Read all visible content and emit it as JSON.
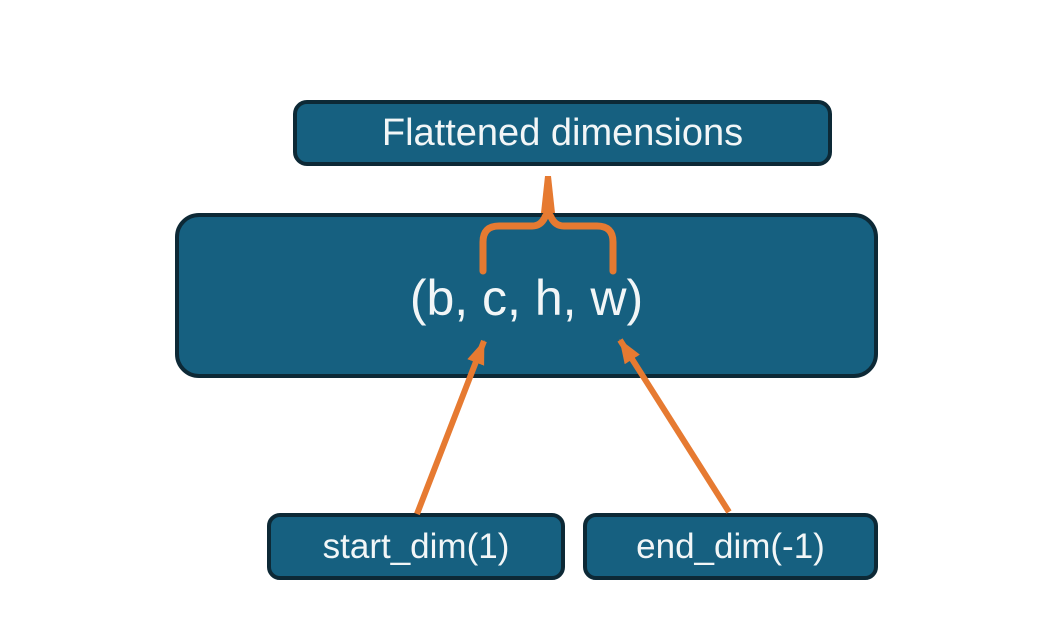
{
  "diagram": {
    "boxes": {
      "flattened": {
        "label": "Flattened dimensions"
      },
      "tensor": {
        "label": "(b, c, h, w)"
      },
      "start_dim": {
        "label": "start_dim(1)"
      },
      "end_dim": {
        "label": "end_dim(-1)"
      }
    },
    "colors": {
      "box_fill": "#166080",
      "box_border": "#0d2936",
      "accent": "#e67a31",
      "text": "#f2f6f7",
      "background": "#ffffff"
    }
  }
}
